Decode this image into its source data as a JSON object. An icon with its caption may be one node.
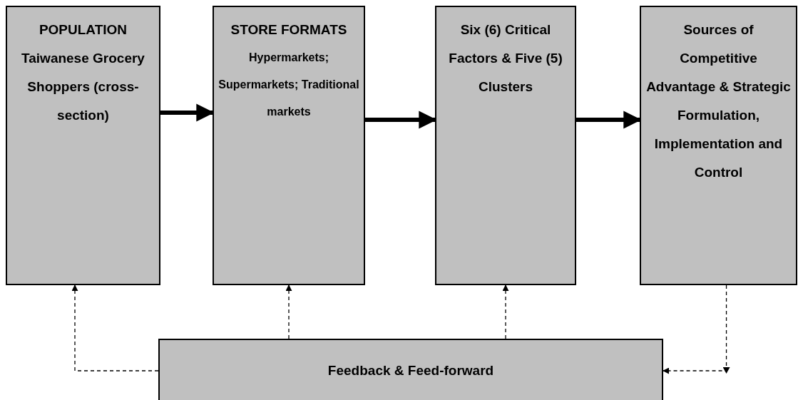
{
  "diagram": {
    "nodes": [
      {
        "text": [
          "POPULATION",
          "Taiwanese Grocery Shoppers (cross-section)"
        ]
      },
      {
        "text": [
          "STORE FORMATS",
          "Hypermarkets; Supermarkets; Traditional markets"
        ]
      },
      {
        "text": [
          "Six (6) Critical Factors & Five (5) Clusters"
        ]
      },
      {
        "text": [
          "Sources of Competitive Advantage & Strategic Formulation, Implementation and Control"
        ]
      },
      {
        "text": [
          "Feedback & Feed-forward"
        ]
      }
    ],
    "edges": [
      {
        "from": 0,
        "to": 1,
        "arrow": "to",
        "style": "thick"
      },
      {
        "from": 1,
        "to": 2,
        "arrow": "to",
        "style": "thick"
      },
      {
        "from": 2,
        "to": 3,
        "arrow": "to",
        "style": "thick"
      },
      {
        "from": 4,
        "to": 0,
        "arrow": "to",
        "style": "dashed"
      },
      {
        "from": 4,
        "to": 1,
        "arrow": "to",
        "style": "dashed"
      },
      {
        "from": 4,
        "to": 2,
        "arrow": "to",
        "style": "dashed"
      },
      {
        "from": 3,
        "to": 4,
        "arrow": "to",
        "style": "dashed"
      }
    ]
  }
}
